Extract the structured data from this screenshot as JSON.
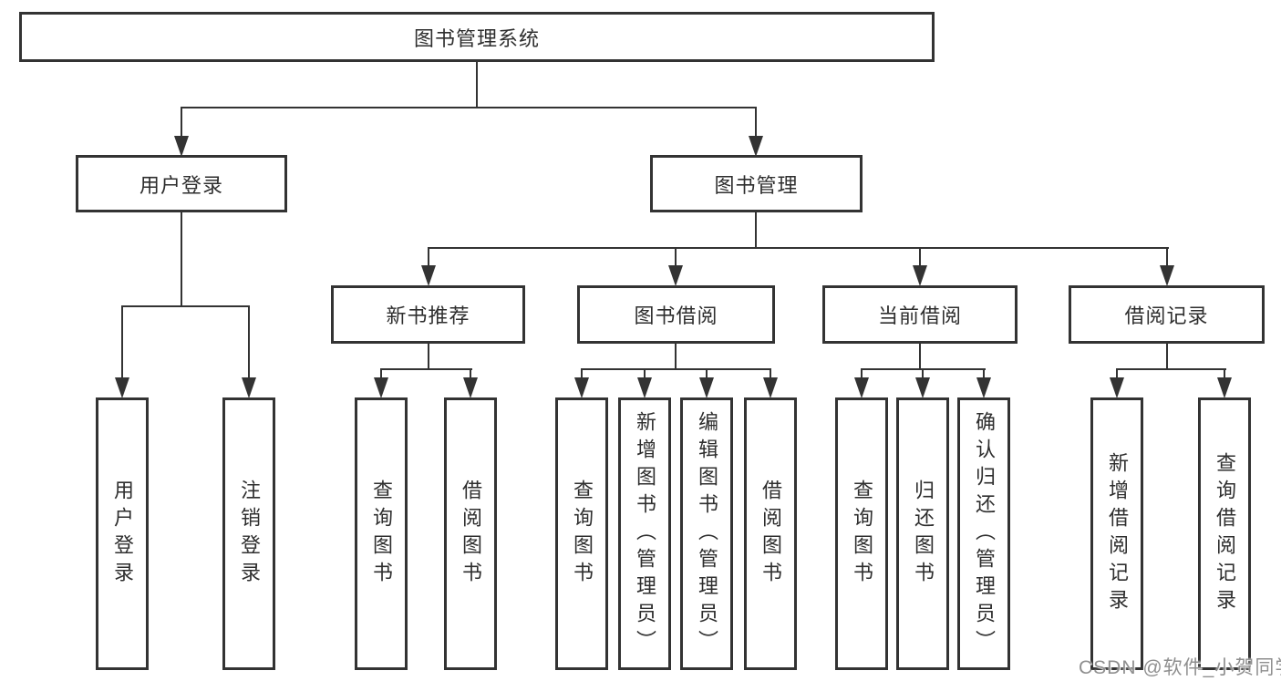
{
  "tree": {
    "root": "图书管理系统",
    "user_branch": {
      "label": "用户登录",
      "children": [
        "用户登录",
        "注销登录"
      ]
    },
    "book_branch": {
      "label": "图书管理",
      "groups": [
        {
          "label": "新书推荐",
          "children": [
            "查询图书",
            "借阅图书"
          ]
        },
        {
          "label": "图书借阅",
          "children": [
            "查询图书",
            "新增图书（管理员）",
            "编辑图书（管理员）",
            "借阅图书"
          ]
        },
        {
          "label": "当前借阅",
          "children": [
            "查询图书",
            "归还图书",
            "确认归还（管理员）"
          ]
        },
        {
          "label": "借阅记录",
          "children": [
            "新增借阅记录",
            "查询借阅记录"
          ]
        }
      ]
    }
  },
  "watermark": "CSDN @软件_小贺同学",
  "colors": {
    "line": "#333333",
    "text": "#2e2e2e",
    "watermark_text": "#8f8f8f",
    "background": "#ffffff"
  }
}
